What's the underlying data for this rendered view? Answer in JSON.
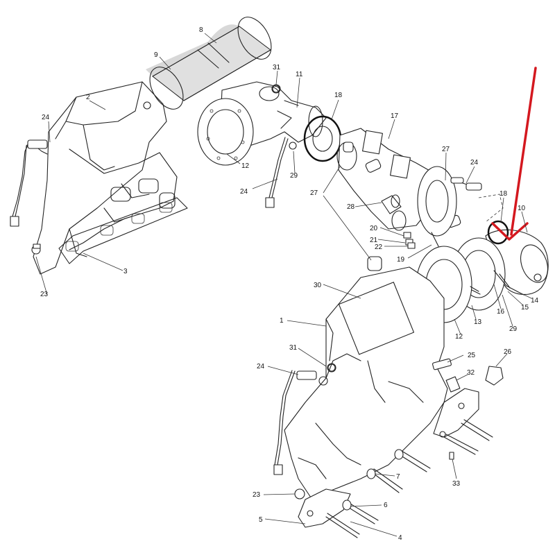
{
  "accent_color": "#d4181f",
  "callouts": {
    "c1": "1",
    "c2": "2",
    "c3": "3",
    "c4": "4",
    "c5": "5",
    "c6": "6",
    "c7": "7",
    "c8": "8",
    "c9": "9",
    "c10": "10",
    "c11": "11",
    "c12a": "12",
    "c12b": "12",
    "c13": "13",
    "c14": "14",
    "c15": "15",
    "c16": "16",
    "c17": "17",
    "c18a": "18",
    "c18b": "18",
    "c19": "19",
    "c20": "20",
    "c21": "21",
    "c22": "22",
    "c23a": "23",
    "c23b": "23",
    "c24a": "24",
    "c24b": "24",
    "c24c": "24",
    "c24d": "24",
    "c25": "25",
    "c26": "26",
    "c27a": "27",
    "c27b": "27",
    "c28": "28",
    "c29a": "29",
    "c29b": "29",
    "c30": "30",
    "c31a": "31",
    "c31b": "31",
    "c32": "32",
    "c33": "33"
  }
}
